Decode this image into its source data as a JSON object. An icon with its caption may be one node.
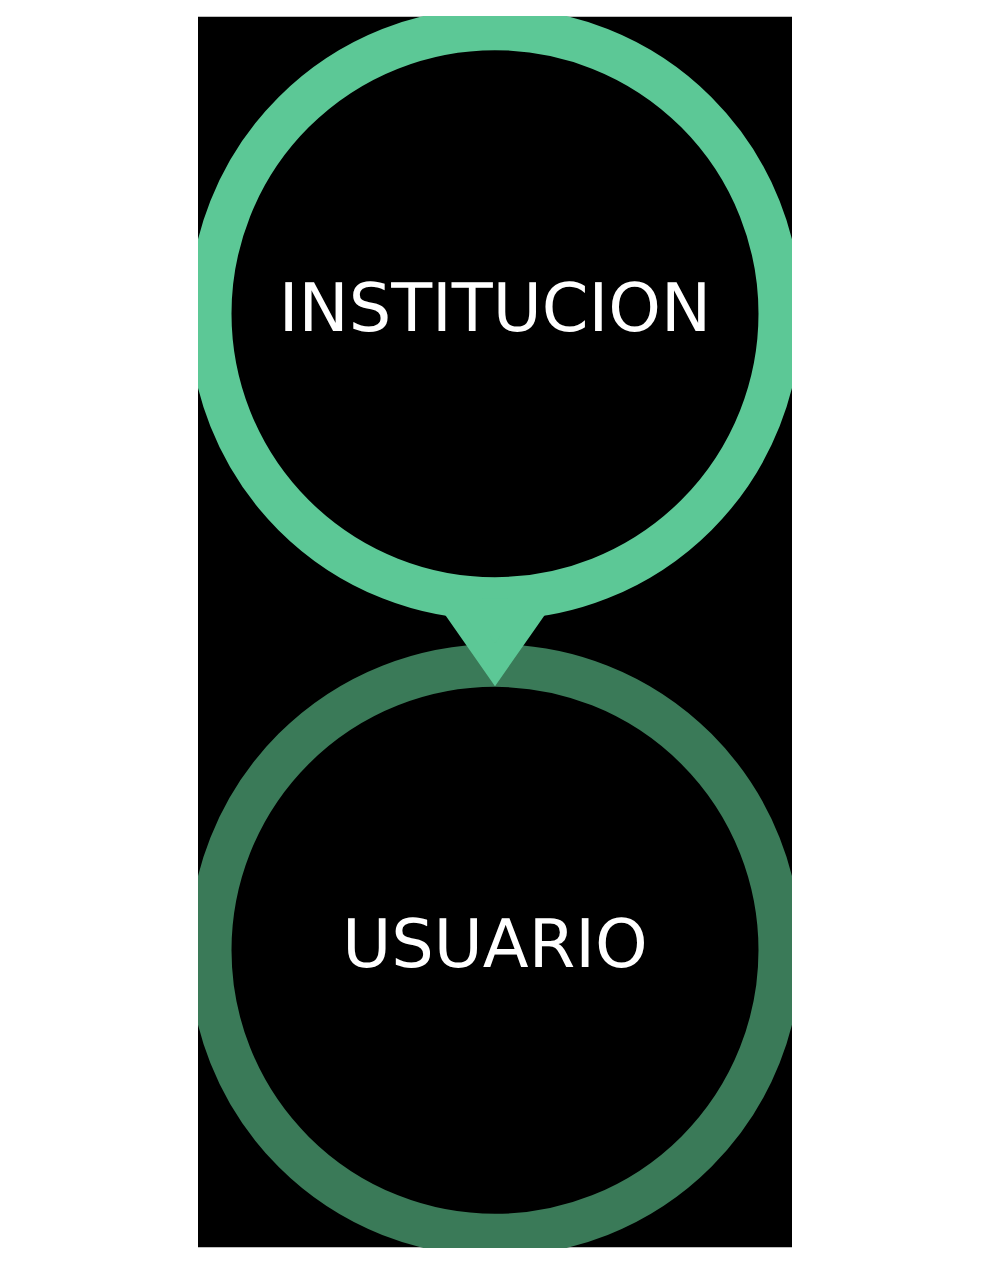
{
  "diagram": {
    "nodes": [
      {
        "text": [
          "INSTITUCION"
        ]
      },
      {
        "text": [
          "USUARIO"
        ]
      }
    ],
    "edges": [
      {
        "from": 0,
        "to": 1,
        "arrow": "to"
      }
    ]
  }
}
